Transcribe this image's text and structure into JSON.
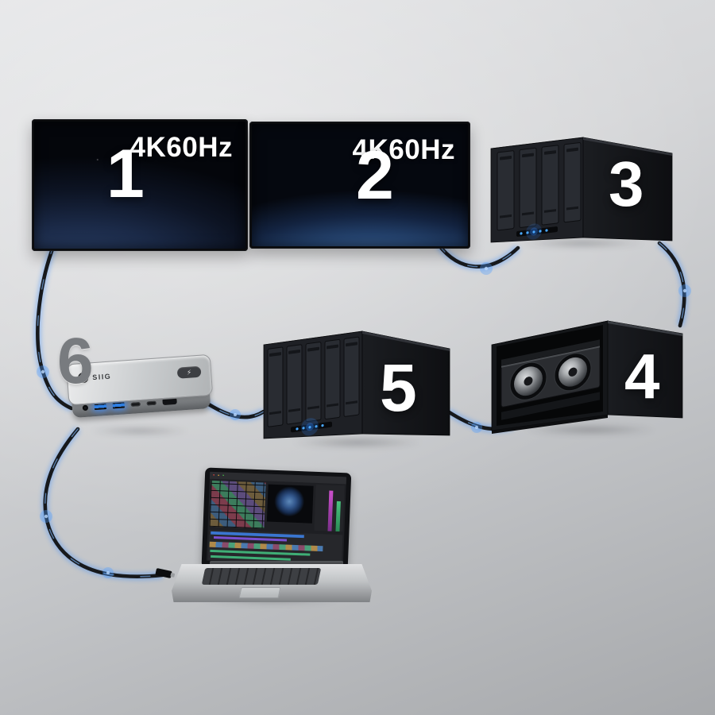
{
  "diagram": {
    "monitor_1": {
      "number": "1",
      "label": "4K60Hz"
    },
    "monitor_2": {
      "number": "2",
      "label": "4K60Hz"
    },
    "drive_enclosure_3": {
      "number": "3"
    },
    "egpu_4": {
      "number": "4"
    },
    "drive_enclosure_5": {
      "number": "5"
    },
    "dock_6": {
      "number": "6",
      "brand": "SIIG"
    }
  },
  "icons": {
    "thunderbolt_logo": "⚡"
  },
  "colors": {
    "background_light": "#e3e4e6",
    "background_dark": "#a7a9ac",
    "cable_core": "#17191c",
    "cable_glow": "#2f86ff",
    "led_blue": "#49a8ff",
    "device_black": "#16181c",
    "dock_silver": "#c9cccf",
    "number_white": "#ffffff",
    "number_gray": "#787b7f"
  }
}
